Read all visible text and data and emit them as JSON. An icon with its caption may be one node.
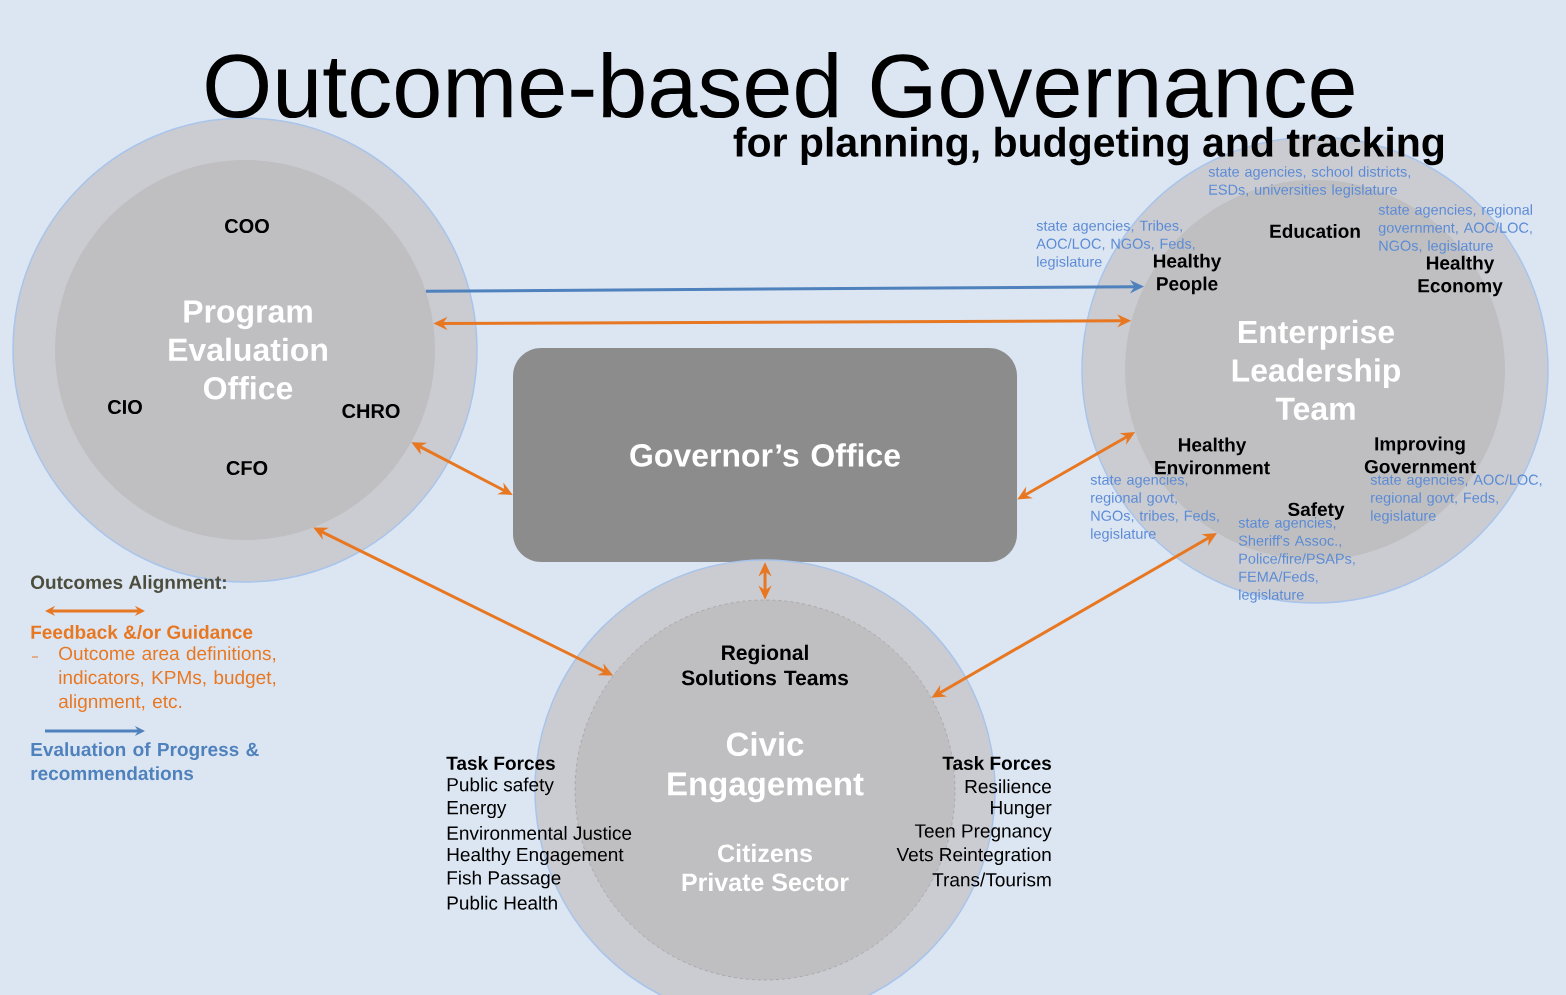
{
  "diagram": {
    "title": "Outcome-based Governance",
    "nodes": [
      {
        "text": [
          "COO",
          "Program Evaluation Office",
          "CIO",
          "CHRO",
          "CFO"
        ]
      },
      {
        "text": [
          "state agencies, school districts, ESDs, universities legislature",
          "state agencies, regional government, AOC/LOC, NGOs, legislature",
          "state agencies, Tribes, AOC/LOC, NGOs, Feds, legislature",
          "Education",
          "Healthy People",
          "Healthy Economy",
          "Enterprise Leadership Team",
          "Improving Government",
          "Healthy Environment",
          "state agencies, regional govt, NGOs, tribes, Feds, legislature",
          "state agencies, AOC/LOC, regional govt, Feds, legislature",
          "Safety",
          "state agencies, Sheriff's Assoc., Police/fire/PSAPs, FEMA/Feds, legislature"
        ]
      },
      {
        "text": [
          "Governor’s Office"
        ]
      },
      {
        "text": [
          "Regional Solutions Teams",
          "Civic Engagement",
          "Task Forces",
          "Public safety",
          "Energy",
          "Environmental Justice",
          "Healthy Engagement",
          "Fish Passage",
          "Public Health",
          "Task Forces",
          "Resilience",
          "Hunger",
          "Teen Pregnancy",
          "Vets Reintegration",
          "Trans/Tourism",
          "Citizens",
          "Private Sector"
        ]
      }
    ],
    "edges": [
      {
        "from": 0,
        "to": 1,
        "arrow": "to",
        "color": "#4f81bd"
      },
      {
        "from": 0,
        "to": 1,
        "arrow": "both"
      },
      {
        "from": 0,
        "to": 2,
        "arrow": "both"
      },
      {
        "from": 1,
        "to": 2,
        "arrow": "both"
      },
      {
        "from": 0,
        "to": 3,
        "arrow": "both"
      },
      {
        "from": 1,
        "to": 3,
        "arrow": "both"
      },
      {
        "from": 2,
        "to": 3,
        "arrow": "both"
      }
    ],
    "labels": [
      "for planning, budgeting and tracking",
      "Outcomes Alignment:",
      "Outcome area definitions, indicators, KPMs, budget, alignment, etc."
    ],
    "legend": [
      {
        "text": "Feedback &/or Guidance"
      },
      {
        "text": "Evaluation of Progress & recommendations"
      }
    ]
  }
}
